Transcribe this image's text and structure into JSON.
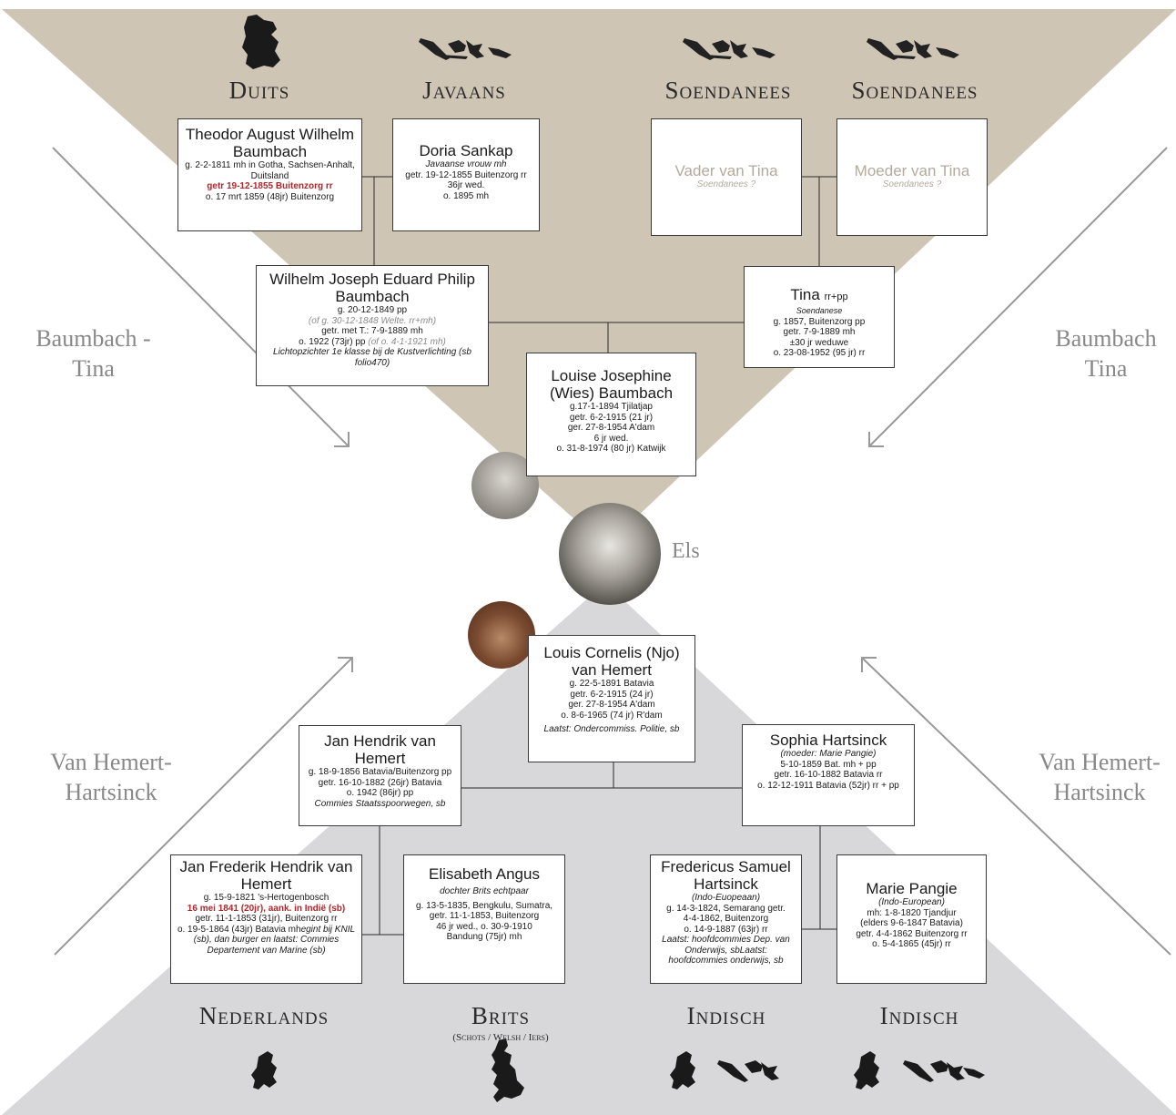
{
  "colors": {
    "top_triangle": "#cfc5b5",
    "bottom_triangle": "#d8d8da",
    "accent_red": "#b0262a",
    "ghost_text": "#b3aa9c",
    "side_text": "#888888"
  },
  "ethnicities_top": [
    {
      "label": "Duits",
      "icon": "germany-map-icon"
    },
    {
      "label": "Javaans",
      "icon": "indonesia-map-icon"
    },
    {
      "label": "Soendanees",
      "icon": "indonesia-map-icon"
    },
    {
      "label": "Soendanees",
      "icon": "indonesia-map-icon"
    }
  ],
  "ethnicities_bottom": [
    {
      "label": "Nederlands",
      "icon": "netherlands-map-icon"
    },
    {
      "label": "Brits",
      "sub": "(Schots / Welsh / Iers)",
      "icon": "britain-map-icon"
    },
    {
      "label": "Indisch",
      "icon": "netherlands-indonesia-map-icon"
    },
    {
      "label": "Indisch",
      "icon": "netherlands-indonesia-map-icon"
    }
  ],
  "side_labels": {
    "top_left": [
      "Baumbach -",
      "Tina"
    ],
    "top_right": [
      "Baumbach",
      "Tina"
    ],
    "bottom_left": [
      "Van Hemert-",
      "Hartsinck"
    ],
    "bottom_right": [
      "Van Hemert-",
      "Hartsinck"
    ]
  },
  "center_name": "Els",
  "persons": {
    "theodor": {
      "name": "Theodor August Wilhelm Baumbach",
      "lines": [
        "g. 2-2-1811 mh in Gotha, Sachsen-Anhalt, Duitsland"
      ],
      "red": "getr 19-12-1855 Buitenzorg rr",
      "lines2": [
        "o. 17 mrt 1859 (48jr) Buitenzorg"
      ]
    },
    "doria": {
      "name": "Doria Sankap",
      "it": "Javaanse vrouw mh",
      "lines": [
        "getr. 19-12-1855 Buitenzorg rr",
        "36jr wed.",
        "o. 1895 mh"
      ]
    },
    "vader_tina": {
      "name": "Vader van Tina",
      "sub": "Soendanees ?"
    },
    "moeder_tina": {
      "name": "Moeder van Tina",
      "sub": "Soendanees ?"
    },
    "wilhelm": {
      "name": "Wilhelm Joseph Eduard Philip Baumbach",
      "l1": "g. 20-12-1849 pp",
      "l2": "(of g. 30-12-1848 Welte. rr+mh)",
      "l3": "getr. met T.: 7-9-1889 mh",
      "l4a": "o. 1922 (73jr) pp ",
      "l4b": "(of o. 4-1-1921 mh)",
      "it": "Lichtopzichter 1e klasse bij de Kustverlichting (sb folio470)"
    },
    "tina": {
      "name": "Tina",
      "suffix": "rr+pp",
      "it": "Soendanese",
      "lines": [
        "g. 1857, Buitenzorg pp",
        "getr. 7-9-1889 mh",
        "±30 jr weduwe",
        "o. 23-08-1952 (95 jr) rr"
      ]
    },
    "louise": {
      "name": "Louise Josephine (Wies) Baumbach",
      "lines": [
        "g.17-1-1894 Tjilatjap",
        "getr. 6-2-1915 (21 jr)",
        "ger. 27-8-1954 A'dam",
        "6 jr wed.",
        "o. 31-8-1974 (80 jr) Katwijk"
      ]
    },
    "louis": {
      "name": "Louis Cornelis (Njo) van Hemert",
      "lines": [
        "g. 22-5-1891 Batavia",
        "getr. 6-2-1915 (24 jr)",
        "ger. 27-8-1954 A'dam",
        "o. 8-6-1965 (74 jr) R'dam"
      ],
      "it": "Laatst: Ondercommiss. Politie, sb"
    },
    "jan_hendrik": {
      "name": "Jan Hendrik van Hemert",
      "lines": [
        "g. 18-9-1856 Batavia/Buitenzorg pp",
        "getr. 16-10-1882 (26jr) Batavia",
        "o. 1942 (86jr) pp"
      ],
      "it": "Commies Staatsspoorwegen, sb"
    },
    "sophia": {
      "name": "Sophia Hartsinck",
      "it": "(moeder: Marie Pangie)",
      "lines": [
        "5-10-1859 Bat. mh + pp",
        "getr. 16-10-1882 Batavia rr",
        "o. 12-12-1911 Batavia (52jr) rr + pp"
      ]
    },
    "jan_frederik": {
      "name": "Jan Frederik Hendrik van Hemert",
      "l1": "g. 15-9-1821 's-Hertogenbosch",
      "red": "16 mei 1841 (20jr), aank. in Indië (sb)",
      "l2": "getr. 11-1-1853 (31jr), Buitenzorg rr",
      "l3": "o. 19-5-1864 (43jr) Batavia mh",
      "it": "egint bij KNIL (sb), dan burger en laatst: Commies Departement van Marine (sb)"
    },
    "elisabeth": {
      "name": "Elisabeth Angus",
      "it": "dochter Brits echtpaar",
      "lines": [
        "g. 13-5-1835, Bengkulu, Sumatra,",
        "getr. 11-1-1853, Buitenzorg",
        "46 jr wed., o. 30-9-1910",
        "Bandung (75jr) mh"
      ]
    },
    "fredericus": {
      "name": "Fredericus Samuel Hartsinck",
      "it1": "(Indo-Euopeaan)",
      "lines": [
        "g. 14-3-1824, Semarang getr.",
        "4-4-1862, Buitenzorg",
        "o. 14-9-1887 (63jr) rr"
      ],
      "it2": "Laatst: hoofdcommies Dep. van Onderwijs, sbLaatst: hoofdcommies onderwijs, sb"
    },
    "marie": {
      "name": "Marie Pangie",
      "it": "(Indo-European)",
      "lines": [
        "mh: 1-8-1820 Tjandjur",
        "(elders 9-6-1847 Batavia)",
        "getr. 4-4-1862 Buitenzorg rr",
        "o. 5-4-1865 (45jr) rr"
      ]
    }
  }
}
